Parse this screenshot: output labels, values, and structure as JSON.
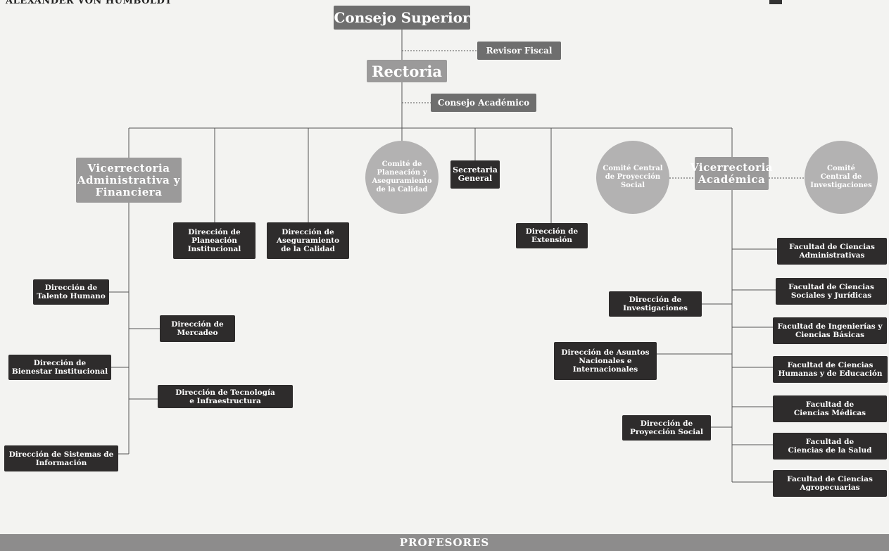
{
  "header": {
    "institution": "ALEXANDER VON HUMBOLDT"
  },
  "top": {
    "consejo_superior": "Consejo Superior",
    "revisor_fiscal": "Revisor Fiscal",
    "rectoria": "Rectoria",
    "consejo_academico": "Consejo Académico"
  },
  "middle": {
    "vicerrectoria_admin": "Vicerrectoria\nAdministrativa y\nFinanciera",
    "comite_planeacion": "Comité de\nPlaneación y\nAseguramiento\nde la Calidad",
    "secretaria_general": "Secretaria\nGeneral",
    "comite_proyeccion": "Comité Central\nde Proyección\nSocial",
    "vicerrectoria_academica": "Vicerrectoria\nAcadémica",
    "comite_investigaciones": "Comité\nCentral de\nInvestigaciones"
  },
  "direcciones_centrales": {
    "planeacion": "Dirección de\nPlaneación\nInstitucional",
    "aseguramiento": "Dirección de\nAseguramiento\nde la Calidad",
    "extension": "Dirección de\nExtensión"
  },
  "admin_units": {
    "talento_humano": "Dirección de\nTalento Humano",
    "mercadeo": "Dirección de\nMercadeo",
    "bienestar": "Dirección de\nBienestar Institucional",
    "tecnologia": "Dirección de Tecnología\ne Infraestructura",
    "sistemas": "Dirección de Sistemas de\nInformación"
  },
  "academic_units": {
    "investigaciones": "Dirección de\nInvestigaciones",
    "asuntos": "Dirección de Asuntos\nNacionales e\nInternacionales",
    "proyeccion_social": "Dirección de\nProyección Social"
  },
  "facultades": [
    "Facultad de Ciencias\nAdministrativas",
    "Facultad de Ciencias\nSociales y Jurídicas",
    "Facultad de Ingenierías y\nCiencias Básicas",
    "Facultad de Ciencias\nHumanas y de Educación",
    "Facultad de\nCiencias Médicas",
    "Facultad de\nCiencias de la Salud",
    "Facultad de Ciencias\nAgropecuarias"
  ],
  "footer": {
    "profesores": "PROFESORES"
  }
}
